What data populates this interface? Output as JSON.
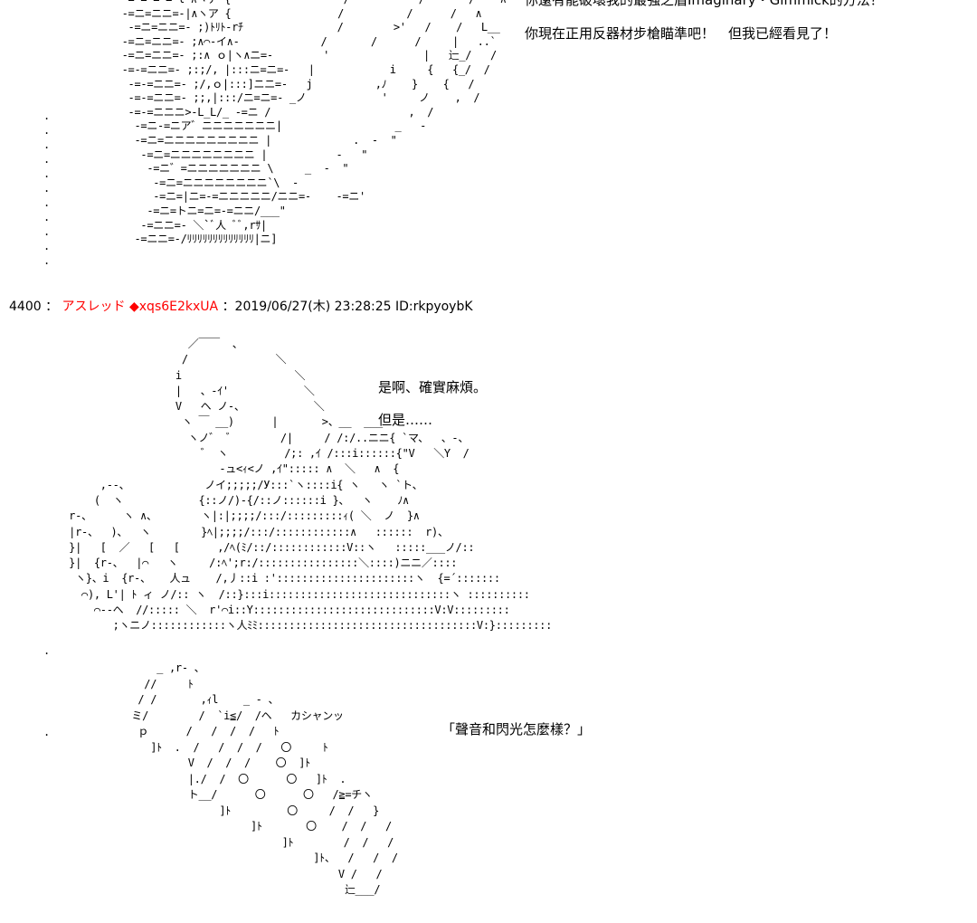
{
  "art_top": "     -=-=-=-=-l ∧ヽア {                  /           /       /    ∧      /\n     -=ニ=ニニ=-|∧ヽア {                 /          /      /   ∧\n      -=ニ=ニニ=- ;)ﾄﾘﾄ-rﾁ               /        >'   /    /   L__\n     -=ニ=ニニ=- ;∧⌒-イ∧-             /       /      /     |   ..`\n     -=ニ=ニニ=- ;:∧ ｏ|ヽ∧ニ=-        '               |   辷_/   /\n     -=-=ニニ=- ;:;/, |:::ニ=ニ=-   |            i     {   {_/  /\n      -=-=ニニ=- ;/,ｏ|:::]ニニ=-   j          ,ﾉ    }    {   /\n      -=-=ニニ=- ;;,|:::/ニ=ニ=- _ノ            '     ノ    ,  /\n      -=-=ニニニ>-L_L/_ -=ニ /                      ,  /\n       -=ニ-=ニア゛ニニニニニニニ|                  _   -\n       -=ニ=ニニニニニニニニニ |             .  -  \"\n        -=ニ=ニニニニニニニニ |           -   \"\n         -=ニ゛=ニニニニニニニ \\     _  -  \"\n          -=ニ=ニニニニニニニニ`\\  -\n          -=ニ=|ニ=-=ニニニニニ/ニニ=-    -=ニ'\n         -=ニ=トニ=ニ=-=ニニ/___\"\n        -=ニニ=- ＼`ﾞ人 ﾞﾞ,rｻ|\n       -=ニニ=-/ﾘﾘﾘﾘﾘﾘﾘﾘﾘﾘﾘﾘﾘ|ニ]",
  "dots_top": ".\n.\n.\n.\n.\n.\n.\n.\n.\n.\n.",
  "dialogue_top_1": "你還有能破壞我的最強之盾Imaginary・Gimmick的方法？",
  "dialogue_top_2": "你現在正用反器材步槍瞄準吧！　但我已經看見了！",
  "post": {
    "number": "4400",
    "sep": "：",
    "name": "アスレッド",
    "trip": "◆xqs6E2kxUA",
    "date": "：2019/06/27(木) 23:28:25 ID:rkpyoybK"
  },
  "art_middle": "                              ／￣￣  、\n                             /              ＼\n                            i                  ＼\n                            |   、-ｲ'            ＼\n                            V   ヘ ノ-、           ＼\n                             ヽ ￣ __)      |       >、__  ___\n                              ヽノ゛ ゛       /|     / /:/..ニニ{ `マ、  、-、\n                                ゛ ヽ         /;: ,ｲ /:::i::::::{\"V   ＼Y  /\n                                   -ュ<ｨ<ノ ,ｲ\"::::: ∧  ＼   ∧  {\n                ,--、            ノイ;;;;;/У:::`ヽ::::i{ ヽ   ヽ `ト、\n               (  ヽ            {::ノ/)-{/::ノ::::::i }、  ヽ    ﾉ∧\n           r-、     ヽ ∧、       ヽ|:|;;;;/:::/:::::::::ｨ( ＼  ノ  }∧\n           |r-、  )、  ヽ        }ﾍ|;;;;/:::/::::::::::::∧   ::::::  r)、\n           }|   [  ／   [   [      ,/ﾍ(ﾐ/::/::::::::::::V::ヽ   :::::___ノ/::\n           }|  {r-、  |⌒   ヽ     /:ﾍ';r:/::::::::::::::::＼::::)ニニ／::::\n            ヽ}、i  {r-、   人ュ    /,丿::i :'::::::::::::::::::::::ヽ  {=´:::::::\n             ⌒), L'| ﾄ ィ ノ/:: ヽ  /::}:::i:::::::::::::::::::::::::::::ヽ ::::::::::\n               ⌒--ヘ  //::::: ＼  r'⌒i::Y:::::::::::::::::::::::::::::V:V:::::::::\n                  ;ヽニノ::::::::::::ヽ人ﾐﾐ:::::::::::::::::::::::::::::::::::V:}:::::::::",
  "dialogue_mid_1": "是啊、確實麻煩。",
  "dialogue_mid_2": "但是……",
  "dots_bottom": ".\n\n\n\n\n\n.",
  "art_bottom": "                         _ ,r‐ 、\n                       //     ﾄ   \n                      / /       ,ｨl    _ - 、\n                     ミ/        /  `i≦/  /ヘ   カシャンッ\n                      ｐ      /   /  /  /   ﾄ\n                        ]ﾄ  .  /   /  /  /   〇     ﾄ\n                              V  /  /  /    〇  ]ﾄ\n                              |./  /  〇      〇   ]ﾄ  .\n                              ト__/      〇      〇   /≧=チヽ\n                                   ]ﾄ         〇     /  /   }\n                                        ]ﾄ       〇    /  /   /\n                                             ]ﾄ        /  /   /\n                                                  ]ﾄ、  /   /  /\n                                                      V /   /\n                                                       辷___/",
  "dialogue_bottom": "「聲音和閃光怎麼樣？」"
}
